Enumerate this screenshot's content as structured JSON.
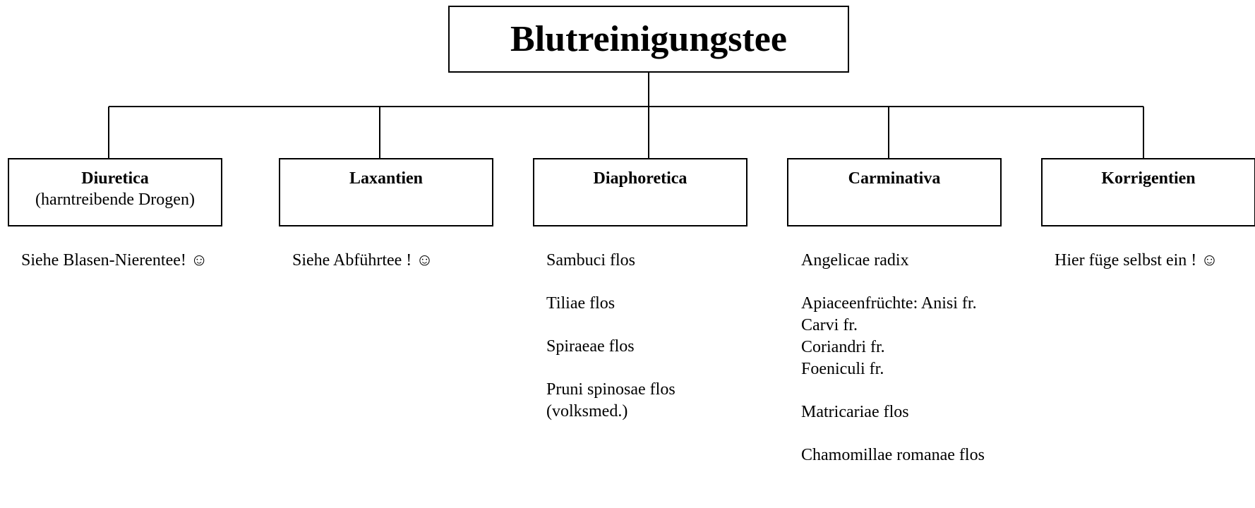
{
  "title": "Blutreinigungstee",
  "categories": [
    {
      "name": "Diuretica",
      "sub": "(harntreibende Drogen)"
    },
    {
      "name": "Laxantien",
      "sub": ""
    },
    {
      "name": "Diaphoretica",
      "sub": ""
    },
    {
      "name": "Carminativa",
      "sub": ""
    },
    {
      "name": "Korrigentien",
      "sub": ""
    }
  ],
  "columns": {
    "diuretica": [
      "Siehe Blasen-Nierentee! ☺"
    ],
    "laxantien": [
      "Siehe Abführtee ! ☺"
    ],
    "diaphoretica": [
      "Sambuci flos",
      "Tiliae flos",
      "Spiraeae flos",
      "Pruni spinosae flos (volksmed.)"
    ],
    "carminativa": {
      "first": "Angelicae radix",
      "apiaceen": [
        "Apiaceenfrüchte: Anisi fr.",
        "Carvi fr.",
        "Coriandri fr.",
        "Foeniculi fr."
      ],
      "rest": [
        "Matricariae flos",
        "Chamomillae romanae flos"
      ]
    },
    "korrigentien": [
      "Hier füge selbst ein ! ☺"
    ]
  }
}
